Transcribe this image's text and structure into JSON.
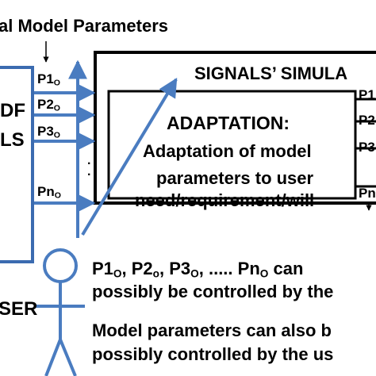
{
  "header": {
    "title_fragment": "al Model Parameters",
    "arrow_glyph": "↓"
  },
  "left_block": {
    "line1": "DF",
    "line2": "LS"
  },
  "param_labels": [
    {
      "base": "P1",
      "sub": "O"
    },
    {
      "base": "P2",
      "sub": "O"
    },
    {
      "base": "P3",
      "sub": "O"
    },
    {
      "base": "Pn",
      "sub": "O"
    }
  ],
  "ellipsis_dots": ".\n.",
  "simulator": {
    "title": "SIGNALS’ SIMULA",
    "output_labels": [
      "P1",
      "P2",
      "P3",
      "Pn"
    ]
  },
  "adaptation": {
    "title": "ADAPTATION:",
    "line1": "Adaptation of model",
    "line2": "parameters to user",
    "line3": "need/requirement/will"
  },
  "user": {
    "label_fragment": "SER"
  },
  "notes": {
    "line1_parts": [
      {
        "base": "P1",
        "sub": "O"
      },
      {
        "base": ", P2",
        "sub": "o"
      },
      {
        "base": ", P3",
        "sub": "O"
      },
      {
        "base": ", ..... Pn",
        "sub": "O"
      }
    ],
    "line1_tail": " can",
    "line2": "possibly be controlled by the",
    "line3": "Model parameters can also b",
    "line4": "possibly controlled by the us"
  },
  "colors": {
    "box_blue": "#3B6BB0",
    "arrow_blue": "#4A7CC0",
    "black": "#000000"
  }
}
